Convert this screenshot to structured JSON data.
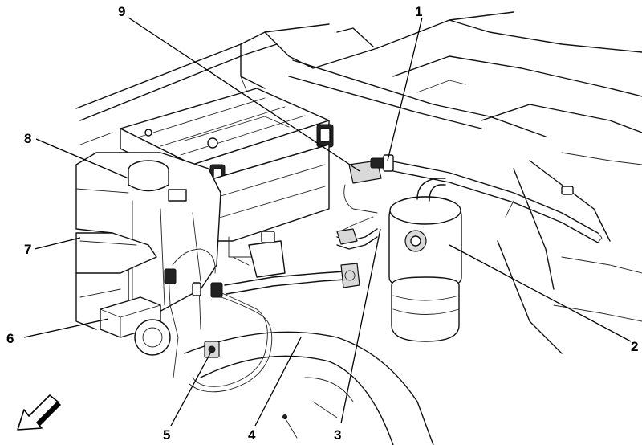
{
  "callouts": {
    "c1": "1",
    "c2": "2",
    "c3": "3",
    "c4": "4",
    "c5": "5",
    "c6": "6",
    "c7": "7",
    "c8": "8",
    "c9": "9"
  },
  "icons": {
    "direction": "forward-arrow-icon"
  }
}
